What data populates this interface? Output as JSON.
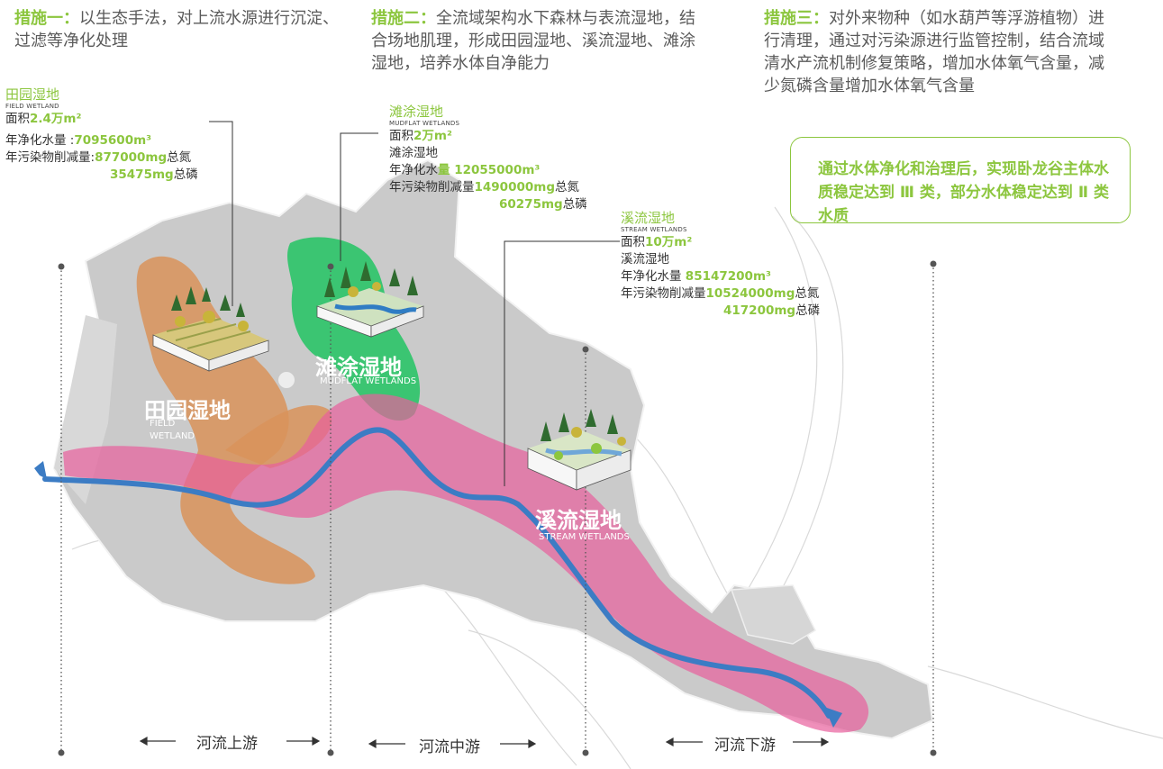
{
  "measures": [
    {
      "head": "措施一：",
      "body": "以生态手法，对上流水源进行沉淀、过滤等净化处理"
    },
    {
      "head": "措施二：",
      "body": "全流域架构水下森林与表流湿地，结合场地肌理，形成田园湿地、溪流湿地、滩涂湿地，培养水体自净能力"
    },
    {
      "head": "措施三：",
      "body": "对外来物种（如水葫芦等浮游植物）进行清理，通过对污染源进行监管控制，结合流域清水产流机制修复策略，增加水体氧气含量，减少氮磷含量增加水体氧气含量"
    }
  ],
  "conclusion": "通过水体净化和治理后，实现卧龙谷主体水质稳定达到 Ⅲ 类，部分水体稳定达到 Ⅱ 类水质",
  "labels": {
    "field": {
      "title": "田园湿地",
      "en": "FIELD WETLAND",
      "area_prefix": "面积",
      "area_value": "2.4万m²",
      "water_prefix": "年净化水量 :",
      "water_value": "7095600m³",
      "pol_prefix": "年污染物削减量:",
      "n_value": "877000mg",
      "n_unit": "总氮",
      "p_value": "35475mg",
      "p_unit": "总磷"
    },
    "mudflat": {
      "title": "滩涂湿地",
      "en": "MUDFLAT WETLANDS",
      "area_prefix": "面积",
      "area_value": "2万m²",
      "type": "滩涂湿地",
      "water_prefix": "年净化水",
      "water_prefix_green": "量",
      "water_value": " 12055000m³",
      "pol_prefix": "年污染物削减量",
      "n_value": "1490000mg",
      "n_unit": "总氮",
      "p_value": "60275mg",
      "p_unit": "总磷"
    },
    "stream": {
      "title": "溪流湿地",
      "en": "STREAM WETLANDS",
      "area_prefix": "面积",
      "area_value": "10万m²",
      "type": "溪流湿地",
      "water_prefix": "年净化水量 ",
      "water_value": "85147200m³",
      "pol_prefix": "年污染物削减量",
      "n_value": "10524000mg",
      "n_unit": "总氮",
      "p_value": "417200mg",
      "p_unit": "总磷"
    }
  },
  "map_labels": {
    "field_cn": "田园湿地",
    "field_en_1": "FIELD",
    "field_en_2": "WETLAND",
    "mudflat_cn": "滩涂湿地",
    "mudflat_en": "MUDFLAT WETLANDS",
    "stream_cn": "溪流湿地",
    "stream_en": "STREAM WETLANDS"
  },
  "stretches": [
    "河流上游",
    "河流中游",
    "河流下游"
  ],
  "colors": {
    "green": "#8cc63e",
    "pink": "#e85f9c",
    "orange": "#d9935a",
    "wetgreen": "#2fc46a",
    "river": "#3c7cc4",
    "land": "#c9c9c9"
  }
}
